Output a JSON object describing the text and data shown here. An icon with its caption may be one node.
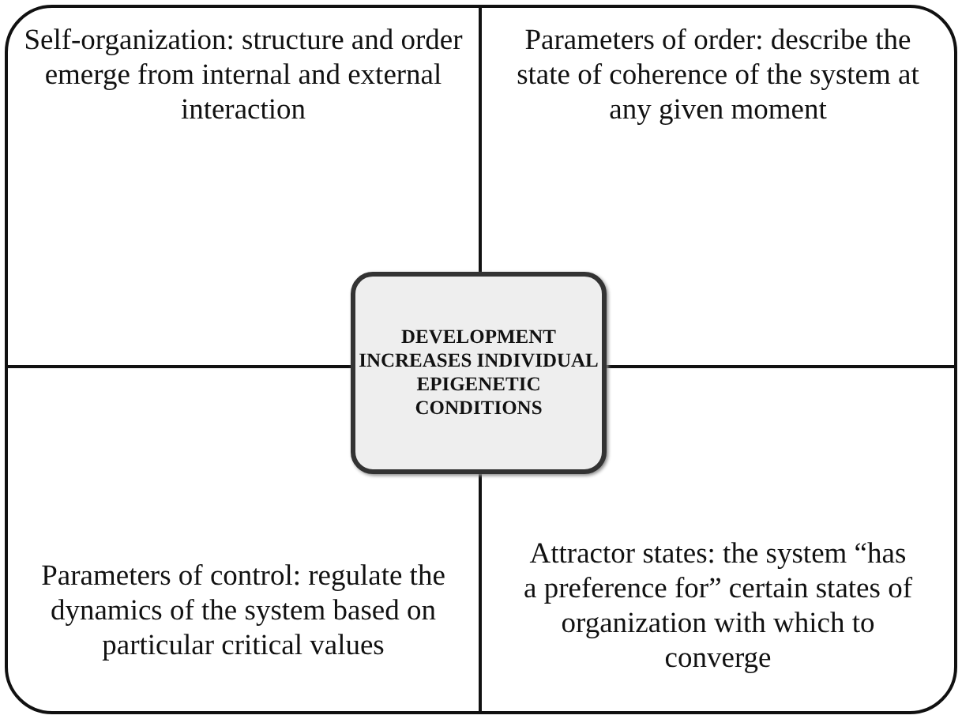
{
  "diagram": {
    "nodes": [
      {
        "text": [
          "Self-organization: structure and order emerge from internal and external interaction"
        ]
      },
      {
        "text": [
          "Parameters of order: describe the state of coherence of the system at any given moment"
        ]
      },
      {
        "text": [
          "Parameters of control: regulate the dynamics of the system based on particular critical values"
        ]
      },
      {
        "text": [
          "Attractor states: the system “has a preference for” certain states of organization with which to converge"
        ]
      },
      {
        "text": [
          "DEVELOPMENT INCREASES INDIVIDUAL EPIGENETIC CONDITIONS"
        ]
      }
    ]
  }
}
